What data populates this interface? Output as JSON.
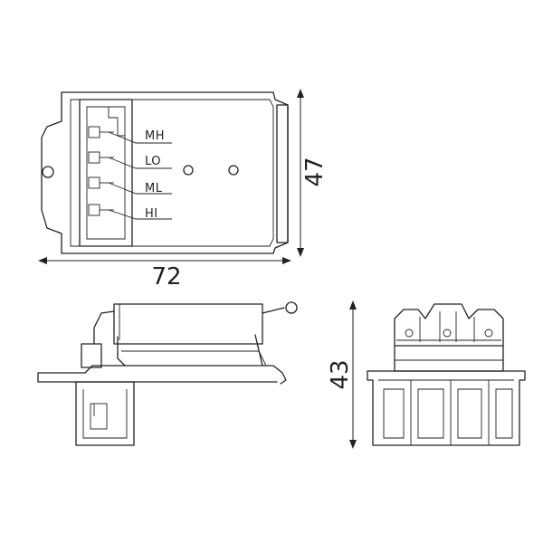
{
  "pin_labels": {
    "mh": "MH",
    "lo": "LO",
    "ml": "ML",
    "hi": "HI"
  },
  "dimensions": {
    "width": "72",
    "height_top": "47",
    "height_side": "43"
  }
}
